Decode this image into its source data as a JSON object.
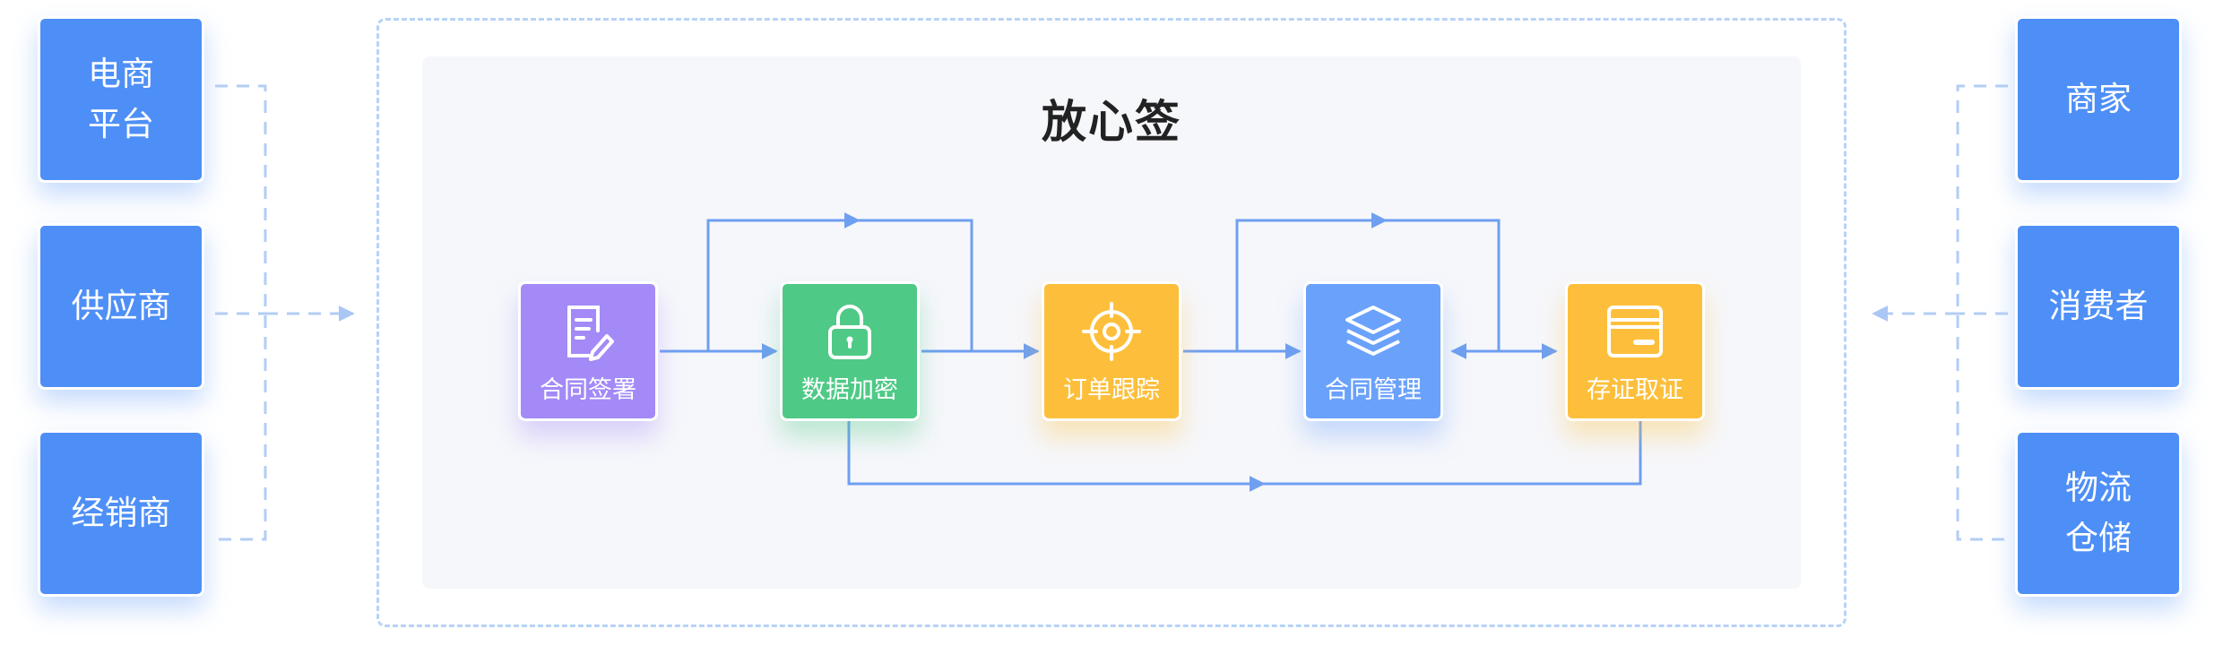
{
  "left_sources": [
    "电商\n平台",
    "供应商",
    "经销商"
  ],
  "right_parties": [
    "商家",
    "消费者",
    "物流\n仓储"
  ],
  "panel_title": "放心签",
  "flow_nodes": [
    {
      "label": "合同签署",
      "icon": "document-sign-icon",
      "color": "#a38af7"
    },
    {
      "label": "数据加密",
      "icon": "lock-icon",
      "color": "#4fc986"
    },
    {
      "label": "订单跟踪",
      "icon": "target-icon",
      "color": "#fdbf3b"
    },
    {
      "label": "合同管理",
      "icon": "layers-icon",
      "color": "#6aa1fb"
    },
    {
      "label": "存证取证",
      "icon": "certificate-icon",
      "color": "#fdbf3b"
    }
  ],
  "colors": {
    "side_box": "#4e8ff7",
    "connector": "#6f9ff0",
    "dashed_connector": "#b3cdf5",
    "panel_bg": "#f6f7fb"
  }
}
